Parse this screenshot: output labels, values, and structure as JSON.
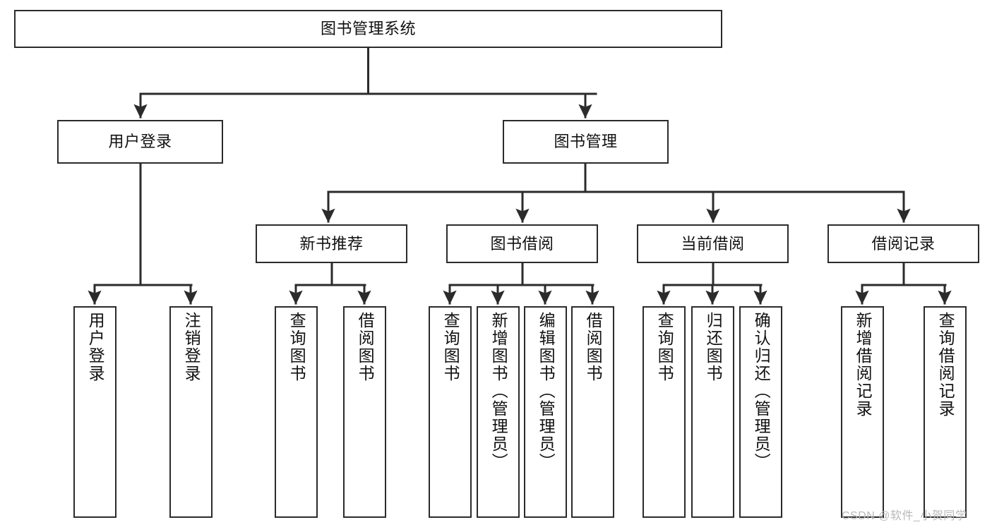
{
  "diagram": {
    "type": "tree-hierarchy-chart",
    "title": "图书管理系统",
    "orientation": "top-down",
    "colors": {
      "stroke": "#2b2b2b",
      "fill": "#ffffff",
      "text": "#111111",
      "watermark": "#b9b9b9"
    }
  },
  "nodes": {
    "root": {
      "label": "图书管理系统"
    },
    "level2": [
      {
        "id": "user-login",
        "label": "用户登录"
      },
      {
        "id": "book-manage",
        "label": "图书管理"
      }
    ],
    "level3": [
      {
        "id": "new-book-recommend",
        "label": "新书推荐"
      },
      {
        "id": "book-borrow",
        "label": "图书借阅"
      },
      {
        "id": "current-borrow",
        "label": "当前借阅"
      },
      {
        "id": "borrow-record",
        "label": "借阅记录"
      }
    ],
    "leaves": {
      "user-login": [
        {
          "id": "leaf-user-login",
          "label": "用户登录"
        },
        {
          "id": "leaf-user-logout",
          "label": "注销登录"
        }
      ],
      "new-book-recommend": [
        {
          "id": "leaf-query-book-1",
          "label": "查询图书"
        },
        {
          "id": "leaf-borrow-book-1",
          "label": "借阅图书"
        }
      ],
      "book-borrow": [
        {
          "id": "leaf-query-book-2",
          "label": "查询图书"
        },
        {
          "id": "leaf-add-book",
          "label": "新增图书（管理员）"
        },
        {
          "id": "leaf-edit-book",
          "label": "编辑图书（管理员）"
        },
        {
          "id": "leaf-borrow-book-2",
          "label": "借阅图书"
        }
      ],
      "current-borrow": [
        {
          "id": "leaf-query-book-3",
          "label": "查询图书"
        },
        {
          "id": "leaf-return-book",
          "label": "归还图书"
        },
        {
          "id": "leaf-confirm-return",
          "label": "确认归还（管理员）"
        }
      ],
      "borrow-record": [
        {
          "id": "leaf-add-record",
          "label": "新增借阅记录"
        },
        {
          "id": "leaf-query-record",
          "label": "查询借阅记录"
        }
      ]
    }
  },
  "watermark": {
    "text": "CSDN @软件_小贺同学"
  }
}
